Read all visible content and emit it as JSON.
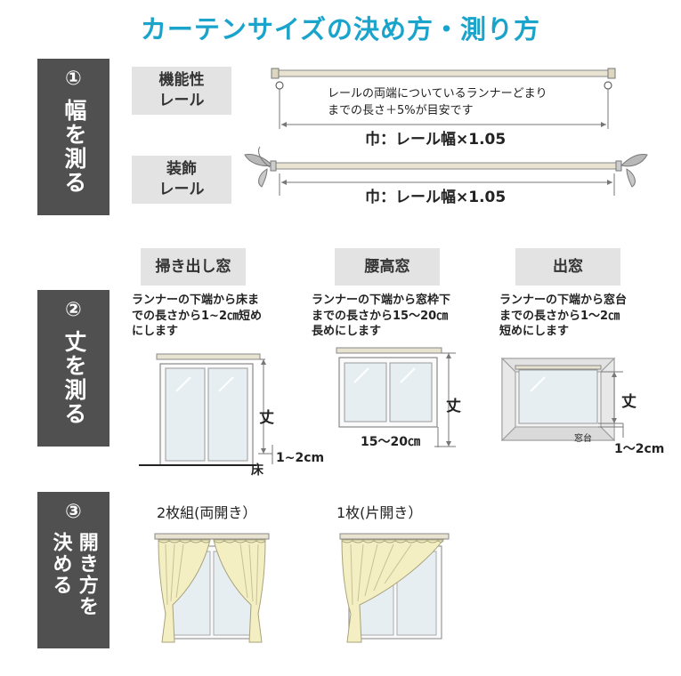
{
  "title": "カーテンサイズの決め方・測り方",
  "sections": {
    "width": {
      "num": "①",
      "label": "幅を測る"
    },
    "height": {
      "num": "②",
      "label": "丈を測る"
    },
    "open": {
      "num": "③",
      "label_col1": "開き方を",
      "label_col2": "決める"
    }
  },
  "width": {
    "functional_rail": "機能性\nレール",
    "decorative_rail": "装飾\nレール",
    "runner_note_line1": "レールの両端についているランナーどまり",
    "runner_note_line2": "までの長さ＋5%が目安です",
    "formula_functional": "巾：レール幅×1.05",
    "formula_decorative": "巾：レール幅×1.05"
  },
  "height": {
    "windows": [
      {
        "name": "掃き出し窓",
        "desc_line1": "ランナーの下端から床ま",
        "desc_line2": "での長さから1~2㎝短め",
        "desc_line3": "にします",
        "height_label": "丈",
        "offset_label": "1~2cm",
        "floor_label": "床"
      },
      {
        "name": "腰高窓",
        "desc_line1": "ランナーの下端から窓枠下",
        "desc_line2": "までの長さから15～20㎝",
        "desc_line3": "長めにします",
        "height_label": "丈",
        "offset_label": "15～20㎝"
      },
      {
        "name": "出窓",
        "desc_line1": "ランナーの下端から窓台",
        "desc_line2": "までの長さから1～2㎝",
        "desc_line3": "短めにします",
        "height_label": "丈",
        "sill_label": "窓台",
        "offset_label": "1～2cm"
      }
    ]
  },
  "opening": {
    "options": [
      {
        "label": "2枚組(両開き）"
      },
      {
        "label": "1枚(片開き）"
      }
    ]
  },
  "colors": {
    "title": "#1aa4cb",
    "side_panel": "#505050",
    "label_box": "#e3e3e3",
    "curtain": "#f3efc2",
    "glass": "#e6eef2"
  }
}
